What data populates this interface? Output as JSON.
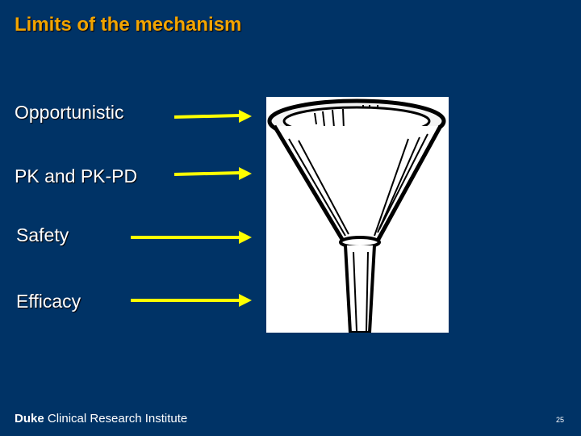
{
  "slide": {
    "title": "Limits of the mechanism",
    "stages": [
      {
        "label": "Opportunistic"
      },
      {
        "label": "PK and PK-PD"
      },
      {
        "label": "Safety"
      },
      {
        "label": "Efficacy"
      }
    ],
    "footer": {
      "brand_bold": "Duke",
      "brand_rest": " Clinical Research Institute",
      "page_number": "25"
    },
    "colors": {
      "background": "#003366",
      "title": "#f2a400",
      "arrow": "#ffff00",
      "text": "#ffffff"
    },
    "image": {
      "icon": "funnel-icon"
    }
  }
}
